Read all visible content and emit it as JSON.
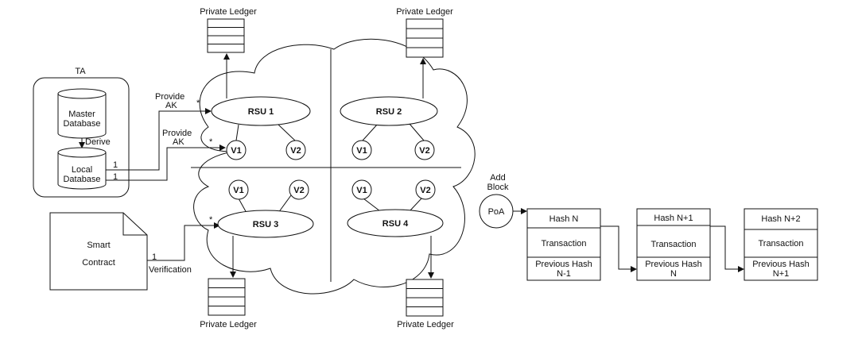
{
  "private_ledger_label": "Private Ledger",
  "ta": {
    "title": "TA",
    "master_db_line1": "Master",
    "master_db_line2": "Database",
    "derive_label": "Derive",
    "local_db_line1": "Local",
    "local_db_line2": "Database"
  },
  "edges": {
    "provide_ak_line1": "Provide",
    "provide_ak_line2": "AK",
    "one": "1",
    "star": "*",
    "verification": "Verification",
    "add_block_line1": "Add",
    "add_block_line2": "Block"
  },
  "smart_contract": {
    "line1": "Smart",
    "line2": "Contract"
  },
  "rsus": {
    "rsu1": "RSU 1",
    "rsu2": "RSU 2",
    "rsu3": "RSU 3",
    "rsu4": "RSU 4"
  },
  "vehicles": {
    "v1": "V1",
    "v2": "V2"
  },
  "poa": "PoA",
  "blocks": [
    {
      "hash": "Hash N",
      "transaction": "Transaction",
      "prev_line1": "Previous Hash",
      "prev_line2": "N-1"
    },
    {
      "hash": "Hash N+1",
      "transaction": "Transaction",
      "prev_line1": "Previous Hash",
      "prev_line2": "N"
    },
    {
      "hash": "Hash N+2",
      "transaction": "Transaction",
      "prev_line1": "Previous Hash",
      "prev_line2": "N+1"
    }
  ]
}
